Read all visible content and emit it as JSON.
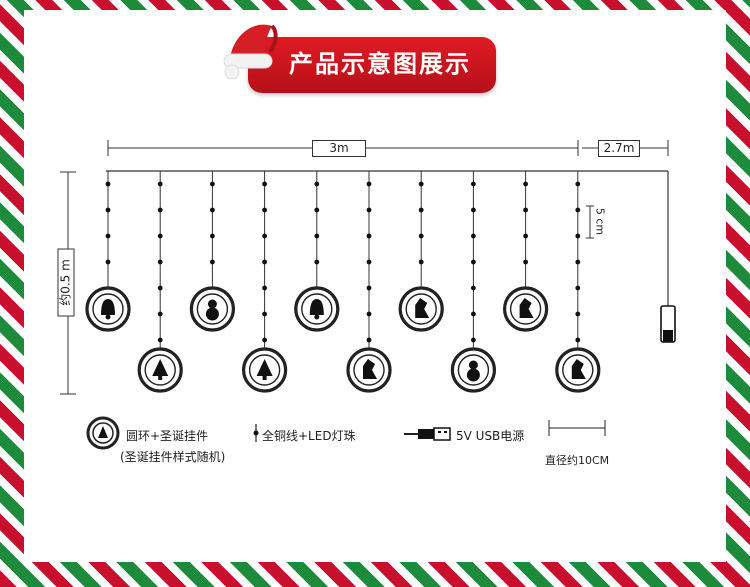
{
  "title": "产品示意图展示",
  "dimensions": {
    "width": "3m",
    "cable": "2.7m",
    "height": "约0.5 m",
    "spacing": "5 cm"
  },
  "legend": {
    "ring_label": "圆环+圣诞挂件",
    "ring_note": "(圣诞挂件样式随机)",
    "wire_label": "全铜线+LED灯珠",
    "usb_label": "5V USB电源",
    "diameter_label": "直径约10CM"
  },
  "pendants": [
    "bell",
    "tree",
    "snowman",
    "tree",
    "bells",
    "santa",
    "reindeer",
    "snowman",
    "santa",
    "boot"
  ],
  "colors": {
    "red": "#c8102e",
    "green": "#1e8a3c",
    "line": "#333333"
  }
}
